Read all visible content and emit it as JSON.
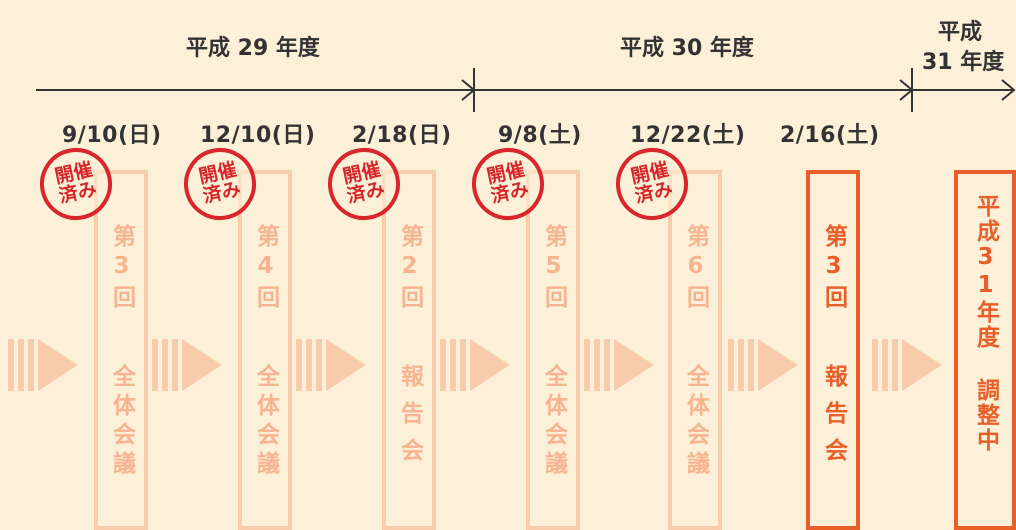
{
  "years": [
    {
      "label": "平成 29 年度"
    },
    {
      "label": "平成 30 年度"
    },
    {
      "label_line1": "平成",
      "label_line2": "31 年度"
    }
  ],
  "dates": [
    "9/10(日)",
    "12/10(日)",
    "2/18(日)",
    "9/8(土)",
    "12/22(土)",
    "2/16(土)"
  ],
  "stamp": {
    "line1": "開催",
    "line2": "済み"
  },
  "cards": [
    {
      "top": "第3回",
      "bottom": "全体会議",
      "status": "past"
    },
    {
      "top": "第4回",
      "bottom": "全体会議",
      "status": "past"
    },
    {
      "top": "第2回",
      "bottom": "報告会",
      "status": "past"
    },
    {
      "top": "第5回",
      "bottom": "全体会議",
      "status": "past"
    },
    {
      "top": "第6回",
      "bottom": "全体会議",
      "status": "past"
    },
    {
      "top": "第3回",
      "bottom": "報告会",
      "status": "upcoming"
    },
    {
      "top": "平成31年度",
      "bottom": "調整中",
      "status": "upcoming"
    }
  ],
  "colors": {
    "background": "#fdf0d9",
    "past": "#f9cbad",
    "past_text": "#f6b590",
    "active": "#e85f2a",
    "stamp": "#d7272b",
    "arrow": "#f9cbad"
  }
}
